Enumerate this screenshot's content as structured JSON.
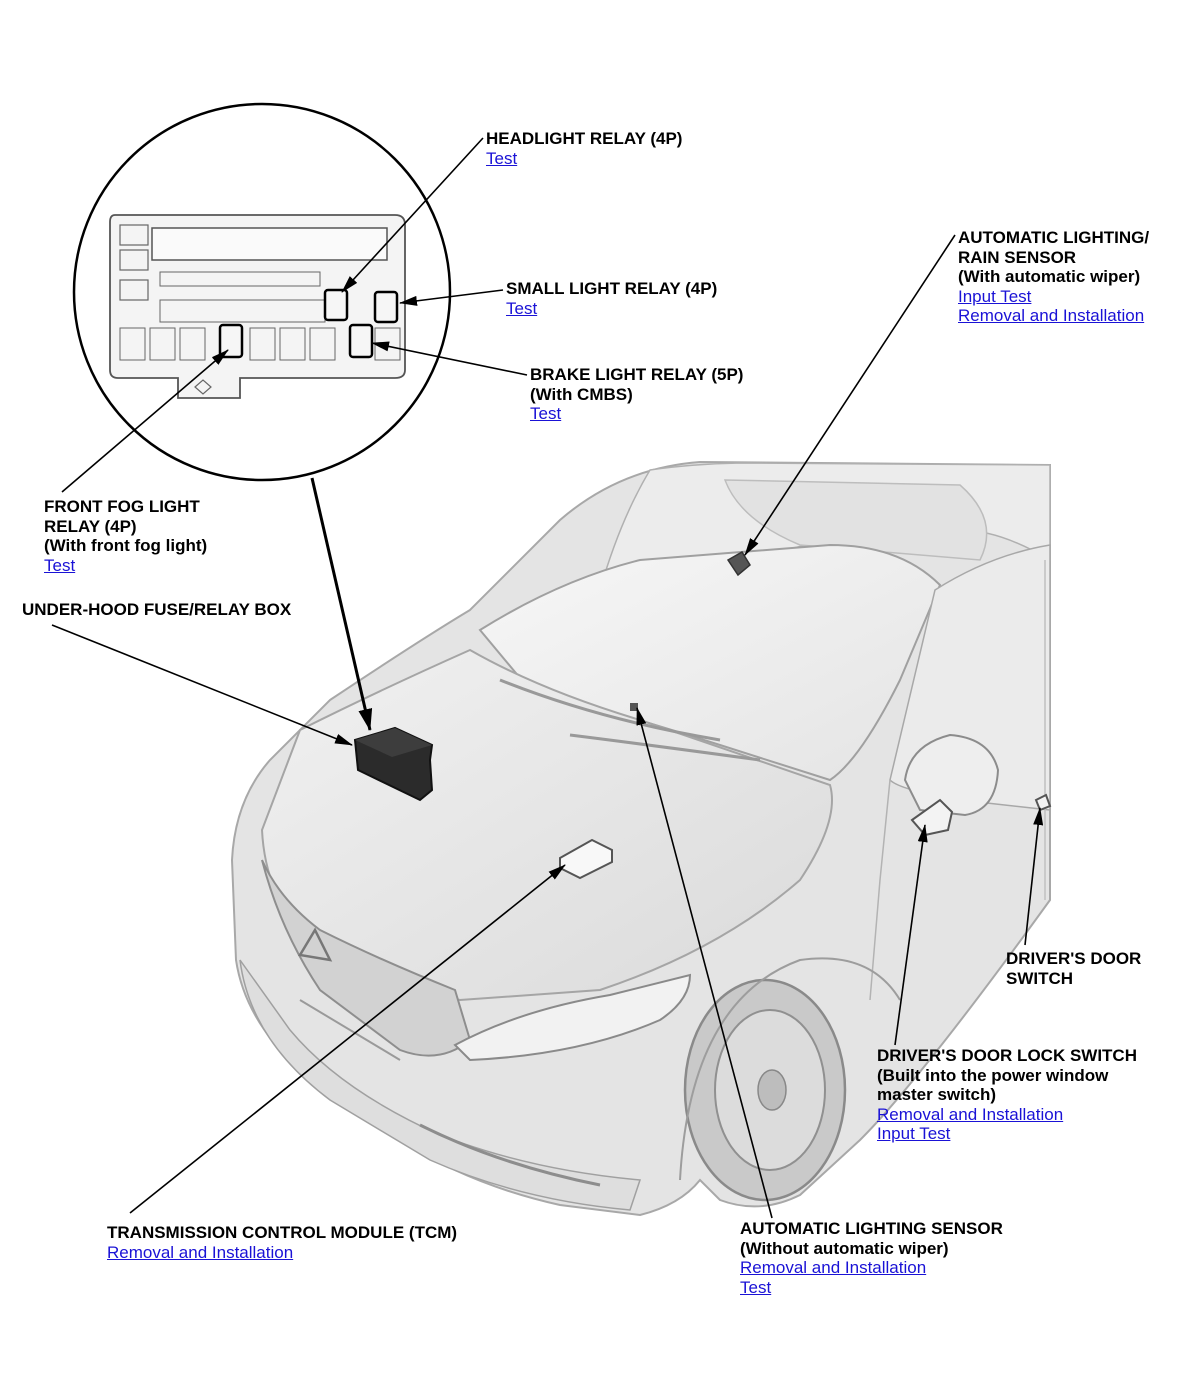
{
  "callouts": {
    "headlight_relay": {
      "title": "HEADLIGHT RELAY (4P)",
      "links": [
        "Test"
      ]
    },
    "small_light_relay": {
      "title": "SMALL LIGHT RELAY (4P)",
      "links": [
        "Test"
      ]
    },
    "brake_light_relay": {
      "title": "BRAKE LIGHT RELAY (5P)\n(With CMBS)",
      "links": [
        "Test"
      ]
    },
    "front_fog_light_relay": {
      "title": "FRONT FOG LIGHT\nRELAY (4P)\n(With front fog light)",
      "links": [
        "Test"
      ]
    },
    "under_hood_fuse_relay_box": {
      "title": "UNDER-HOOD FUSE/RELAY BOX",
      "links": []
    },
    "auto_lighting_rain_sensor": {
      "title": "AUTOMATIC LIGHTING/\nRAIN SENSOR\n(With automatic wiper)",
      "links": [
        "Input Test",
        "Removal and Installation"
      ]
    },
    "drivers_door_switch": {
      "title": "DRIVER'S DOOR\nSWITCH",
      "links": []
    },
    "drivers_door_lock_switch": {
      "title": "DRIVER'S DOOR LOCK SWITCH\n(Built into the power window\nmaster switch)",
      "links": [
        "Removal and Installation",
        "Input Test"
      ]
    },
    "tcm": {
      "title": "TRANSMISSION CONTROL MODULE (TCM)",
      "links": [
        "Removal and Installation"
      ]
    },
    "auto_lighting_sensor": {
      "title": "AUTOMATIC LIGHTING SENSOR\n(Without automatic wiper)",
      "links": [
        "Removal and Installation",
        "Test"
      ]
    }
  },
  "colors": {
    "link": "#1a12d6",
    "text": "#000000",
    "line": "#000000",
    "car_body": "#e9e9e9",
    "car_line": "#9a9a9a"
  }
}
